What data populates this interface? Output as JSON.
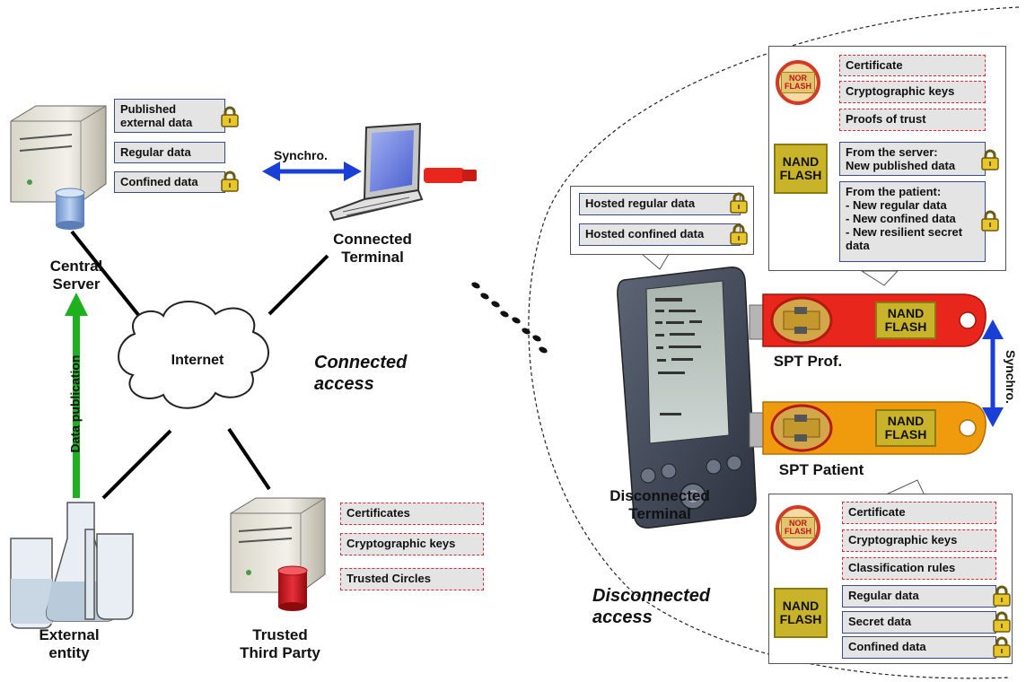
{
  "labels": {
    "central_server": "Central\nServer",
    "connected_terminal": "Connected\nTerminal",
    "internet": "Internet",
    "connected_access": "Connected\naccess",
    "data_publication": "Data publication",
    "external_entity": "External\nentity",
    "trusted_third_party": "Trusted\nThird Party",
    "synchro_top": "Synchro.",
    "synchro_right": "Synchro.",
    "disconnected_terminal": "Disconnected\nTerminal",
    "disconnected_access": "Disconnected\naccess",
    "spt_prof": "SPT Prof.",
    "spt_patient": "SPT Patient"
  },
  "server_data": [
    "Published\nexternal data",
    "Regular data",
    "Confined data"
  ],
  "ttp_data": [
    "Certificates",
    "Cryptographic keys",
    "Trusted Circles"
  ],
  "terminal_data": [
    "Hosted regular data",
    "Hosted confined data"
  ],
  "prof_nor": [
    "Certificate",
    "Cryptographic keys",
    "Proofs of trust"
  ],
  "prof_nand": [
    "From the server:\nNew published data",
    "From the patient:\n- New regular data\n- New confined data\n- New resilient secret\ndata"
  ],
  "patient_nor": [
    "Certificate",
    "Cryptographic keys",
    "Classification rules"
  ],
  "patient_nand": [
    "Regular data",
    "Secret data",
    "Confined data"
  ],
  "chips": {
    "nor": "NOR\nFLASH",
    "nand": "NAND\nFLASH",
    "key_nand": "NAND\nFLASH"
  },
  "colors": {
    "sync_arrow": "#1a3fd6",
    "publication_arrow": "#1fb01f",
    "dashed_border": "#d8283a",
    "solid_border": "#3a4b8a",
    "spt_prof_key": "#e8261b",
    "spt_patient_key": "#f09a0e",
    "nand_chip": "#c9b32a"
  },
  "icons": [
    "lock-icon",
    "database-icon",
    "server-icon",
    "laptop-icon",
    "cloud-icon",
    "lab-glassware-icon",
    "pda-icon",
    "usb-key-icon",
    "footprints-icon"
  ]
}
